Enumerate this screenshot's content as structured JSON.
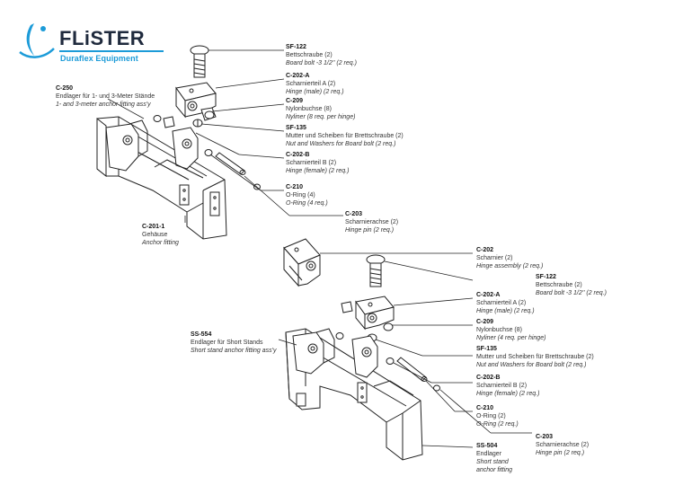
{
  "logo": {
    "brand": "FLiSTER",
    "tagline": "Duraflex Equipment",
    "mark_icon": "diver-swoosh-icon",
    "colors": {
      "brand_dark": "#1f2a3d",
      "brand_blue": "#1c9bd8"
    }
  },
  "callouts_top": [
    {
      "code": "SF-122",
      "de": "Bettschraube (2)",
      "en": "Board bolt -3 1/2'' (2 req.)"
    },
    {
      "code": "C-202-A",
      "de": "Scharnierteil A (2)",
      "en": "Hinge (male) (2 req.)"
    },
    {
      "code": "C-209",
      "de": "Nylonbuchse (8)",
      "en": "Nyliner (8 req. per hinge)"
    },
    {
      "code": "SF-135",
      "de": "Mutter und Scheiben für Brettschraube (2)",
      "en": "Nut and Washers for Board bolt (2 req.)"
    },
    {
      "code": "C-202-B",
      "de": "Scharnierteil B (2)",
      "en": "Hinge (female) (2 req.)"
    },
    {
      "code": "C-210",
      "de": "O-Ring (4)",
      "en": "O-Ring (4 req.)"
    },
    {
      "code": "C-203",
      "de": "Scharnierachse (2)",
      "en": "Hinge pin (2 req.)"
    },
    {
      "code": "C-250",
      "de": "Endlager für 1- und 3-Meter Stände",
      "en": "1- and 3-meter anchor fitting ass'y"
    },
    {
      "code": "C-201-1",
      "de": "Gehäuse",
      "en": "Anchor fitting"
    }
  ],
  "callouts_bottom": [
    {
      "code": "C-202",
      "de": "Scharnier (2)",
      "en": "Hinge assembly (2 req.)"
    },
    {
      "code": "SF-122",
      "de": "Bettschraube (2)",
      "en": "Board bolt -3 1/2'' (2 req.)"
    },
    {
      "code": "C-202-A",
      "de": "Scharnierteil A (2)",
      "en": "Hinge (male) (2 req.)"
    },
    {
      "code": "C-209",
      "de": "Nylonbuchse (8)",
      "en": "Nyliner (4 req. per hinge)"
    },
    {
      "code": "SF-135",
      "de": "Mutter und Scheiben für Brettschraube (2)",
      "en": "Nut and Washers for Board bolt (2 req.)"
    },
    {
      "code": "C-202-B",
      "de": "Scharnierteil B (2)",
      "en": "Hinge (female) (2 req.)"
    },
    {
      "code": "C-210",
      "de": "O-Ring (2)",
      "en": "O-Ring (2 req.)"
    },
    {
      "code": "C-203",
      "de": "Scharnierachse (2)",
      "en": "Hinge pin (2 req.)"
    },
    {
      "code": "SS-554",
      "de": "Endlager für Short Stands",
      "en": "Short stand anchor fitting ass'y"
    },
    {
      "code": "SS-504",
      "de": "Endlager",
      "en": "Short stand anchor fitting"
    }
  ]
}
